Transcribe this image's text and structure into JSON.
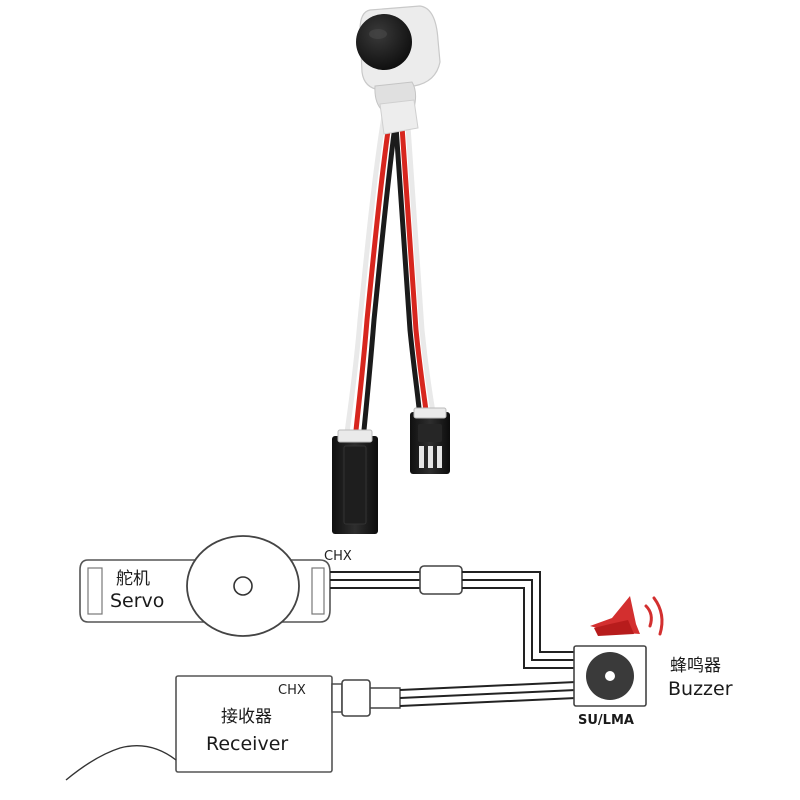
{
  "diagram": {
    "servo": {
      "label_cn": "舵机",
      "label_en": "Servo",
      "channel": "CHX"
    },
    "receiver": {
      "label_cn": "接收器",
      "label_en": "Receiver",
      "channel": "CHX"
    },
    "buzzer": {
      "label_cn": "蜂鸣器",
      "label_en": "Buzzer",
      "model": "SU/LMA",
      "horn_color": "#d32f2f"
    },
    "wire_colors": {
      "white": "#f2f2f2",
      "red": "#d7261e",
      "black": "#1b1b1b"
    }
  }
}
